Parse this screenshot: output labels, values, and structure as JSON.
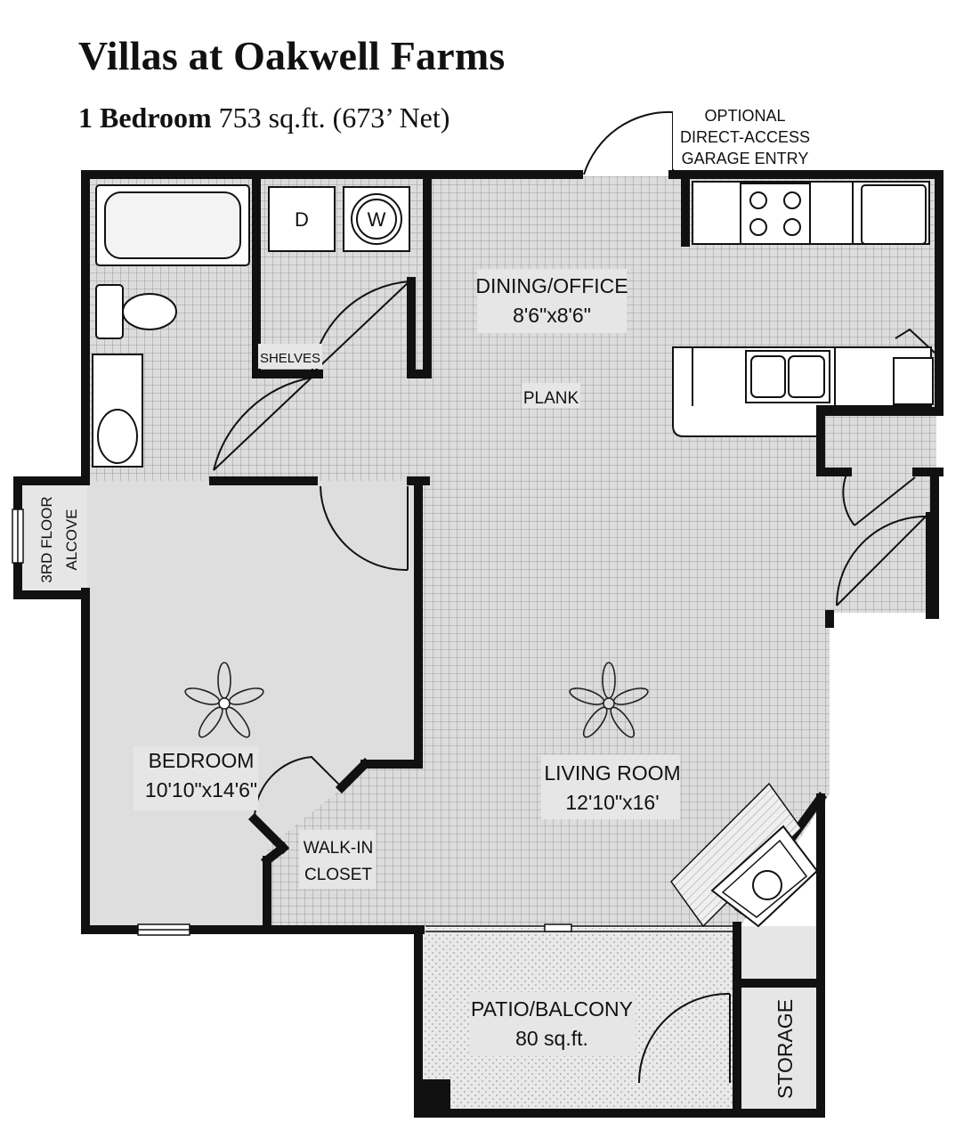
{
  "header": {
    "title": "Villas at Oakwell Farms",
    "unit_type": "1 Bedroom",
    "size_text": "753 sq.ft. (673’ Net)"
  },
  "rooms": {
    "dining": {
      "name": "DINING/OFFICE",
      "dims": "8'6\"x8'6\""
    },
    "living": {
      "name": "LIVING ROOM",
      "dims": "12'10\"x16'"
    },
    "bedroom": {
      "name": "BEDROOM",
      "dims": "10'10\"x14'6\""
    },
    "patio": {
      "name": "PATIO/BALCONY",
      "dims": "80 sq.ft."
    }
  },
  "labels": {
    "garage_line1": "OPTIONAL",
    "garage_line2": "DIRECT-ACCESS",
    "garage_line3": "GARAGE ENTRY",
    "plank": "PLANK",
    "shelves": "SHELVES",
    "dryer": "D",
    "washer": "W",
    "closet_line1": "WALK-IN",
    "closet_line2": "CLOSET",
    "alcove_line1": "3RD FLOOR",
    "alcove_line2": "ALCOVE",
    "storage": "STORAGE"
  },
  "colors": {
    "wall": "#111111",
    "floor": "#d9d9d9",
    "grid": "#8a8a8a",
    "label_bg": "#e6e6e6"
  }
}
